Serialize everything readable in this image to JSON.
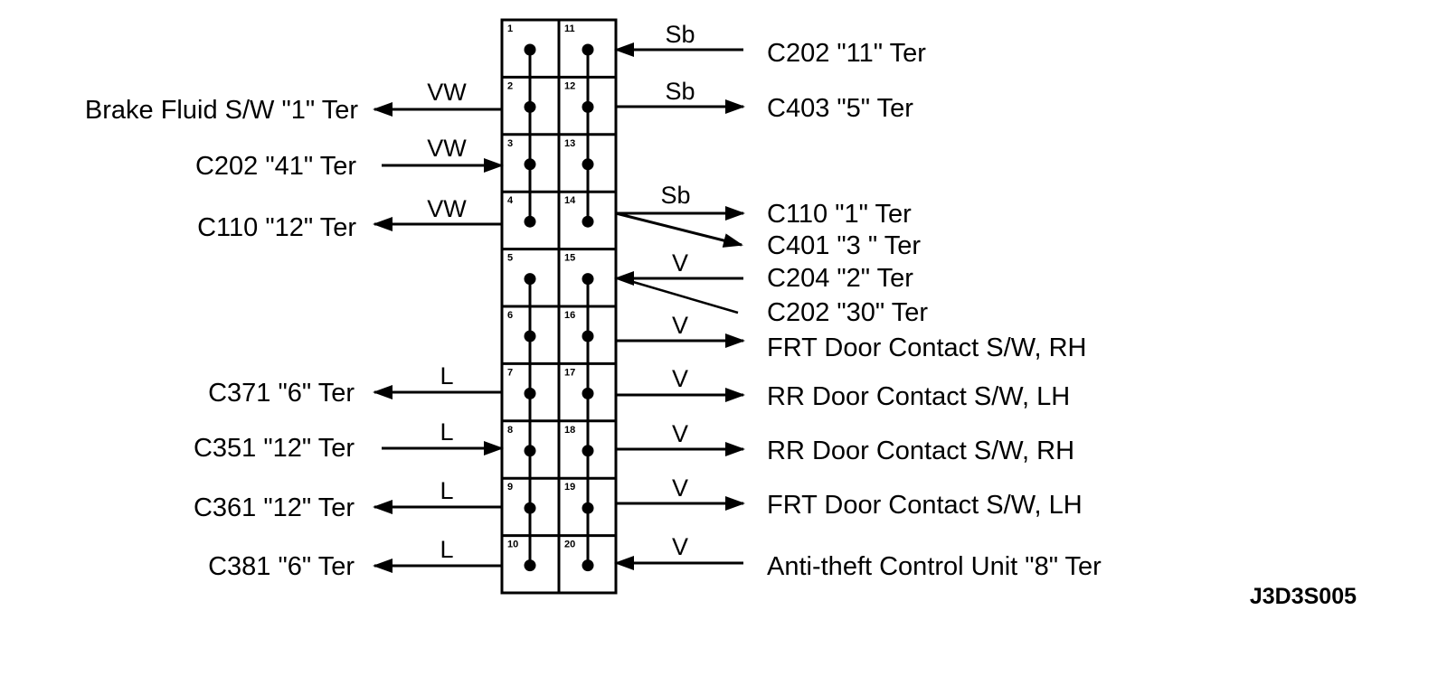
{
  "figure_id": "J3D3S005",
  "colors": {
    "line": "#000000",
    "background": "#ffffff"
  },
  "pins": {
    "left_column": [
      "1",
      "2",
      "3",
      "4",
      "5",
      "6",
      "7",
      "8",
      "9",
      "10"
    ],
    "right_column": [
      "11",
      "12",
      "13",
      "14",
      "15",
      "16",
      "17",
      "18",
      "19",
      "20"
    ]
  },
  "left_connections": {
    "pin2": {
      "label": "Brake Fluid S/W  \"1\" Ter",
      "wire": "VW",
      "direction": "out"
    },
    "pin3": {
      "label": "C202  \"41\" Ter",
      "wire": "VW",
      "direction": "in"
    },
    "pin4": {
      "label": "C110  \"12\" Ter",
      "wire": "VW",
      "direction": "out"
    },
    "pin7": {
      "label": "C371  \"6\" Ter",
      "wire": "L",
      "direction": "out"
    },
    "pin8": {
      "label": "C351  \"12\" Ter",
      "wire": "L",
      "direction": "in"
    },
    "pin9": {
      "label": "C361  \"12\" Ter",
      "wire": "L",
      "direction": "out"
    },
    "pin10": {
      "label": "C381  \"6\" Ter",
      "wire": "L",
      "direction": "out"
    }
  },
  "right_connections": {
    "pin11": {
      "label": "C202  \"11\" Ter",
      "wire": "Sb",
      "direction": "in"
    },
    "pin12": {
      "label": "C403  \"5\" Ter",
      "wire": "Sb",
      "direction": "out"
    },
    "pin14a": {
      "label": "C110  \"1\" Ter",
      "wire": "Sb",
      "direction": "out"
    },
    "pin14b": {
      "label": "C401  \"3 \" Ter",
      "direction": "out"
    },
    "pin15a": {
      "label": "C204  \"2\" Ter",
      "wire": "V",
      "direction": "in"
    },
    "pin15b": {
      "label": "C202  \"30\" Ter",
      "direction": "in"
    },
    "pin16": {
      "label": "FRT Door Contact S/W, RH",
      "wire": "V",
      "direction": "out"
    },
    "pin17": {
      "label": "RR Door  Contact S/W, LH",
      "wire": "V",
      "direction": "out"
    },
    "pin18": {
      "label": "RR Door Contact S/W, RH",
      "wire": "V",
      "direction": "out"
    },
    "pin19": {
      "label": "FRT Door  Contact S/W, LH",
      "wire": "V",
      "direction": "out"
    },
    "pin20": {
      "label": "Anti-theft Control Unit  \"8\" Ter",
      "wire": "V",
      "direction": "in"
    }
  }
}
